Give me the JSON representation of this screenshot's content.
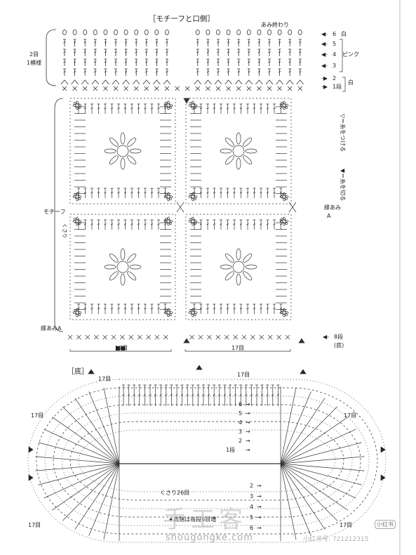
{
  "top_section": {
    "title": "［モチーフと口側］",
    "finish_label": "あみ終わり",
    "band_rows": [
      {
        "num": "6",
        "color": "白"
      },
      {
        "num": "5",
        "color": ""
      },
      {
        "num": "4",
        "color": "ピンク"
      },
      {
        "num": "3",
        "color": ""
      },
      {
        "num": "2",
        "color": "白"
      },
      {
        "num": "1段",
        "color": ""
      }
    ],
    "left_label_line1": "2目",
    "left_label_line2": "1模様",
    "motif_label": "モチーフ",
    "chain_label": "くさり",
    "edge_a_left": "縁あみA",
    "edge_a_right_line1": "縁あみ",
    "edge_a_right_line2": "A",
    "legend_attach": "▽＝糸をつける",
    "legend_cut": "▼＝糸を切る",
    "count_left": "17目",
    "count_right": "17目",
    "row8": "8段",
    "row8_sub": "(底)"
  },
  "bottom_section": {
    "title": "［底］",
    "count_top_left": "17目",
    "count_top_right": "17目",
    "count_left_top": "17目",
    "count_right_top": "17目",
    "count_left_bottom": "17目",
    "count_right_bottom": "17目",
    "upper_rows": [
      "6",
      "5",
      "4",
      "3",
      "2",
      "1段"
    ],
    "lower_rows": [
      "2",
      "3",
      "4",
      "5",
      "6"
    ],
    "chain_label": "くさり26目",
    "note": "★両端は毎段6目増"
  },
  "watermarks": {
    "brand": "手工客",
    "url": "shougongke.com",
    "corner_left": "小红书",
    "corner_right": "小红书号: 721212315"
  },
  "colors": {
    "ink": "#222222",
    "page": "#ffffff",
    "watermark": "#bbbbbb"
  }
}
